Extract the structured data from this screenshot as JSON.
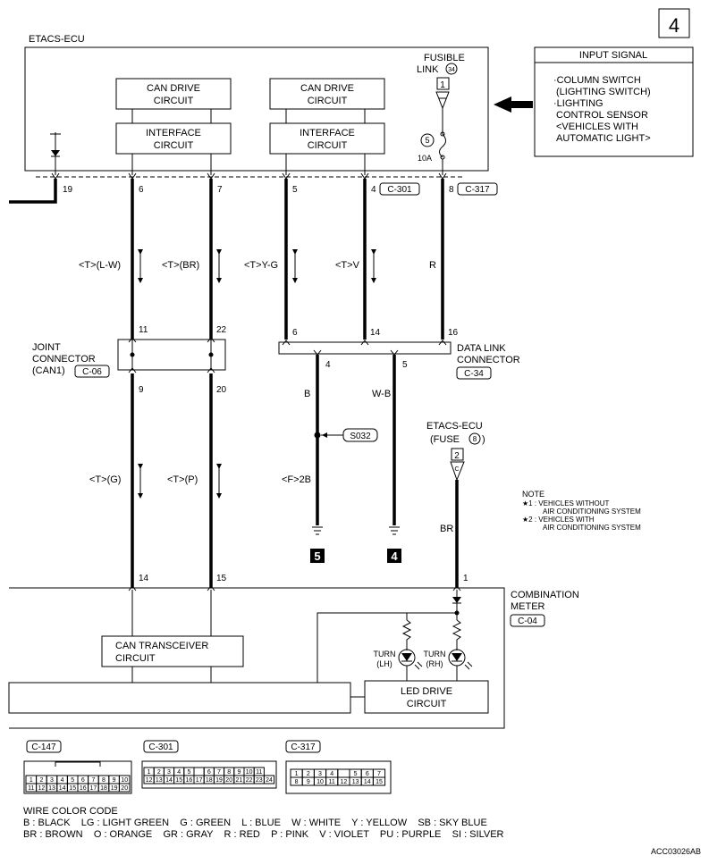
{
  "page_number": "4",
  "ecu": {
    "title": "ETACS-ECU",
    "can_drive_1": [
      "CAN DRIVE",
      "CIRCUIT"
    ],
    "can_drive_2": [
      "CAN DRIVE",
      "CIRCUIT"
    ],
    "interface_1": [
      "INTERFACE",
      "CIRCUIT"
    ],
    "interface_2": [
      "INTERFACE",
      "CIRCUIT"
    ],
    "fusible_link": [
      "FUSIBLE",
      "LINK"
    ],
    "fusible_link_no": "34",
    "fuse_letter": "1",
    "fuse_no": "5",
    "fuse_rating": "10A"
  },
  "input_signal": {
    "title": "INPUT SIGNAL",
    "lines": [
      "·COLUMN SWITCH",
      "(LIGHTING SWITCH)",
      "·LIGHTING",
      "CONTROL SENSOR",
      "<VEHICLES WITH",
      "AUTOMATIC LIGHT>"
    ]
  },
  "ecu_pins": {
    "p19": "19",
    "p6": "6",
    "p7": "7",
    "p5": "5",
    "p4": "4",
    "p8": "8",
    "conn_c301": "C-301",
    "conn_c317": "C-317"
  },
  "wires": {
    "lw": "<T>(L-W)",
    "br": "<T>(BR)",
    "yg": "<T>Y-G",
    "v": "<T>V",
    "r": "R",
    "g": "<T>(G)",
    "p": "<T>(P)",
    "b": "B",
    "wb": "W-B",
    "f2b": "<F>2B",
    "br2": "BR"
  },
  "joint_connector": {
    "label": [
      "JOINT",
      "CONNECTOR",
      "(CAN1)"
    ],
    "code": "C-06",
    "pin_top_1": "11",
    "pin_top_2": "22",
    "pin_bot_1": "9",
    "pin_bot_2": "20"
  },
  "data_link": {
    "label": [
      "DATA LINK",
      "CONNECTOR"
    ],
    "code": "C-34",
    "pin_6": "6",
    "pin_14": "14",
    "pin_16": "16",
    "pin_4": "4",
    "pin_5": "5"
  },
  "splice": "S032",
  "grounds": {
    "g5": "5",
    "g4": "4"
  },
  "etacs_fuse": {
    "label": [
      "ETACS-ECU",
      "(FUSE"
    ],
    "fuse_no": "8",
    "conn_no": "2",
    "pin_letter": "C"
  },
  "note": {
    "title": "NOTE",
    "l1": "★1 : VEHICLES WITHOUT",
    "l2": "AIR CONDITIONING SYSTEM",
    "l3": "★2 : VEHICLES WITH",
    "l4": "AIR CONDITIONING SYSTEM"
  },
  "meter": {
    "label": [
      "COMBINATION",
      "METER"
    ],
    "code": "C-04",
    "pin_14": "14",
    "pin_15": "15",
    "pin_1": "1",
    "can_transceiver": [
      "CAN TRANSCEIVER",
      "CIRCUIT"
    ],
    "led_drive": [
      "LED DRIVE",
      "CIRCUIT"
    ],
    "turn_lh": [
      "TURN",
      "(LH)"
    ],
    "turn_rh": [
      "TURN",
      "(RH)"
    ]
  },
  "connectors": {
    "c147": "C-147",
    "c301": "C-301",
    "c317": "C-317",
    "c147_row1": [
      "1",
      "2",
      "3",
      "4",
      "5",
      "6",
      "7",
      "8",
      "9",
      "10"
    ],
    "c147_row2": [
      "11",
      "12",
      "13",
      "14",
      "15",
      "16",
      "17",
      "18",
      "19",
      "20"
    ],
    "c301_row1": [
      "1",
      "2",
      "3",
      "4",
      "5",
      "",
      "6",
      "7",
      "8",
      "9",
      "10",
      "11"
    ],
    "c301_row2": [
      "12",
      "13",
      "14",
      "15",
      "16",
      "17",
      "18",
      "19",
      "20",
      "21",
      "22",
      "23",
      "24"
    ],
    "c317_row1": [
      "1",
      "2",
      "3",
      "4",
      "",
      "5",
      "6",
      "7"
    ],
    "c317_row2": [
      "8",
      "9",
      "10",
      "11",
      "12",
      "13",
      "14",
      "15"
    ]
  },
  "wire_color_code": {
    "title": "WIRE COLOR CODE",
    "line1": "B : BLACK    LG : LIGHT GREEN    G : GREEN    L : BLUE    W : WHITE    Y : YELLOW    SB : SKY BLUE",
    "line2": "BR : BROWN    O : ORANGE    GR : GRAY    R : RED    P : PINK    V : VIOLET    PU : PURPLE    SI : SILVER"
  },
  "figure_code": "ACC03026AB"
}
